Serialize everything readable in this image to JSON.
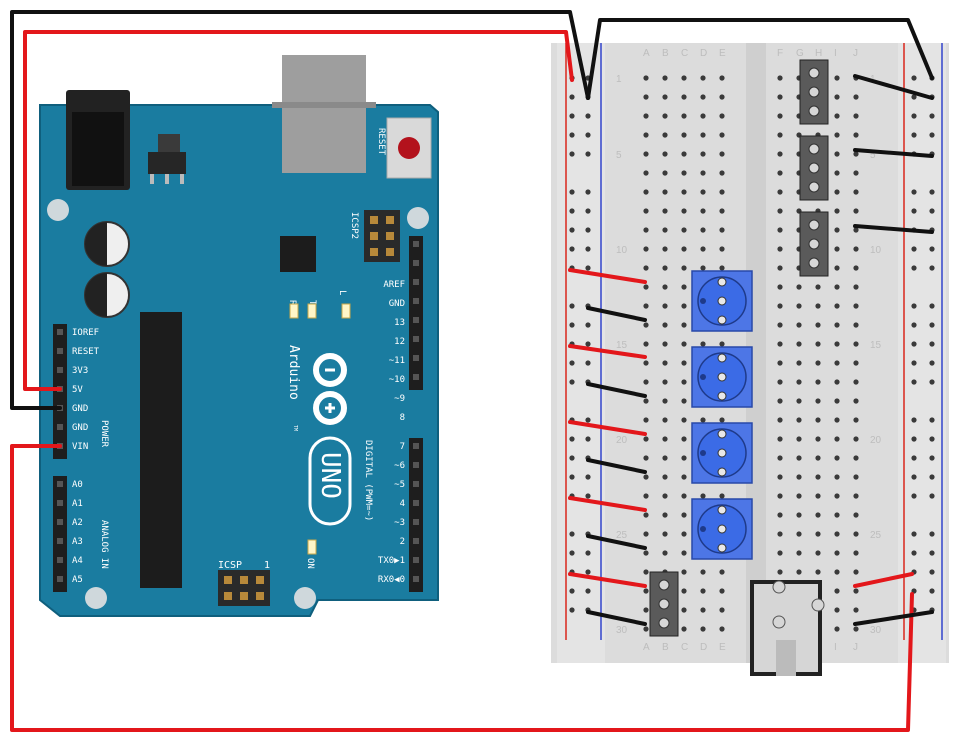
{
  "colors": {
    "board": "#1a7ca0",
    "board_edge": "#0f5f7d",
    "breadboard": "#dcdcdc",
    "wire_red": "#e3171b",
    "wire_black": "#111111",
    "rail_red": "#d9261c",
    "rail_blue": "#3344cc",
    "pot": "#3b6be6"
  },
  "arduino": {
    "reset_label": "RESET",
    "icsp2_label": "ICSP2",
    "icsp_label": "ICSP",
    "icsp_pin1": "1",
    "rx_label": "RX",
    "tx_label": "TX",
    "l_label": "L",
    "brand": "Arduino",
    "tm": "TM",
    "model": "UNO",
    "on_label": "ON",
    "power_label": "POWER",
    "analog_label": "ANALOG IN",
    "digital_label": "DIGITAL (PWM=~)",
    "power_pins": [
      "IOREF",
      "RESET",
      "3V3",
      "5V",
      "GND",
      "GND",
      "VIN"
    ],
    "analog_pins": [
      "A0",
      "A1",
      "A2",
      "A3",
      "A4",
      "A5"
    ],
    "digital_top": [
      "AREF",
      "GND",
      "13",
      "12",
      "~11",
      "~10",
      "~9",
      "8"
    ],
    "digital_bottom": [
      "7",
      "~6",
      "~5",
      "4",
      "~3",
      "2",
      "TX0▶1",
      "RX0◀0"
    ]
  },
  "breadboard": {
    "left_cols": [
      "A",
      "B",
      "C",
      "D",
      "E"
    ],
    "right_cols": [
      "F",
      "G",
      "H",
      "I",
      "J"
    ],
    "row_labels": [
      "1",
      "5",
      "10",
      "15",
      "20",
      "25",
      "30"
    ]
  },
  "components": {
    "potentiometers": 4,
    "three_pin_headers": 4,
    "audio_jack": 1
  }
}
